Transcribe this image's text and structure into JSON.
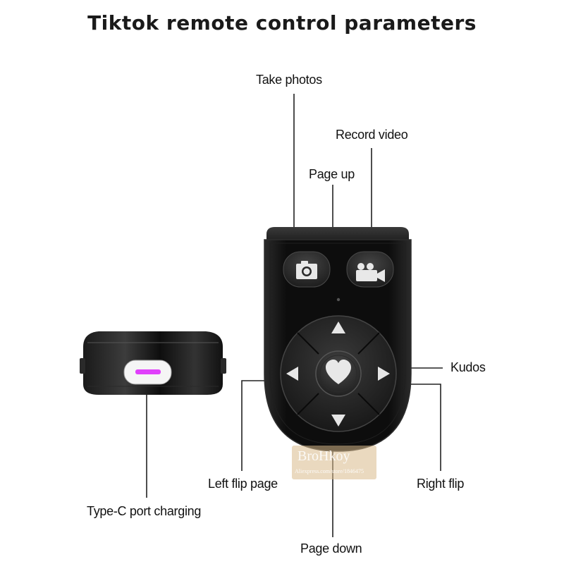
{
  "title": "Tiktok remote control parameters",
  "labels": {
    "take_photos": "Take photos",
    "record_video": "Record video",
    "page_up": "Page up",
    "kudos": "Kudos",
    "left_flip_page": "Left flip page",
    "right_flip": "Right flip",
    "page_down": "Page down",
    "type_c": "Type-C port charging"
  },
  "watermark": {
    "brand": "BroHkoy",
    "store": "Aliexpress.com/store/1846475"
  },
  "colors": {
    "device_body": "#151515",
    "button_face": "#2b2b2b",
    "usb_port_glow": "#e040fb",
    "leader_line": "#222222"
  },
  "icons": [
    "camera-icon",
    "video-camera-icon",
    "arrow-up-icon",
    "arrow-down-icon",
    "arrow-left-icon",
    "arrow-right-icon",
    "heart-icon",
    "usb-c-port-icon"
  ]
}
